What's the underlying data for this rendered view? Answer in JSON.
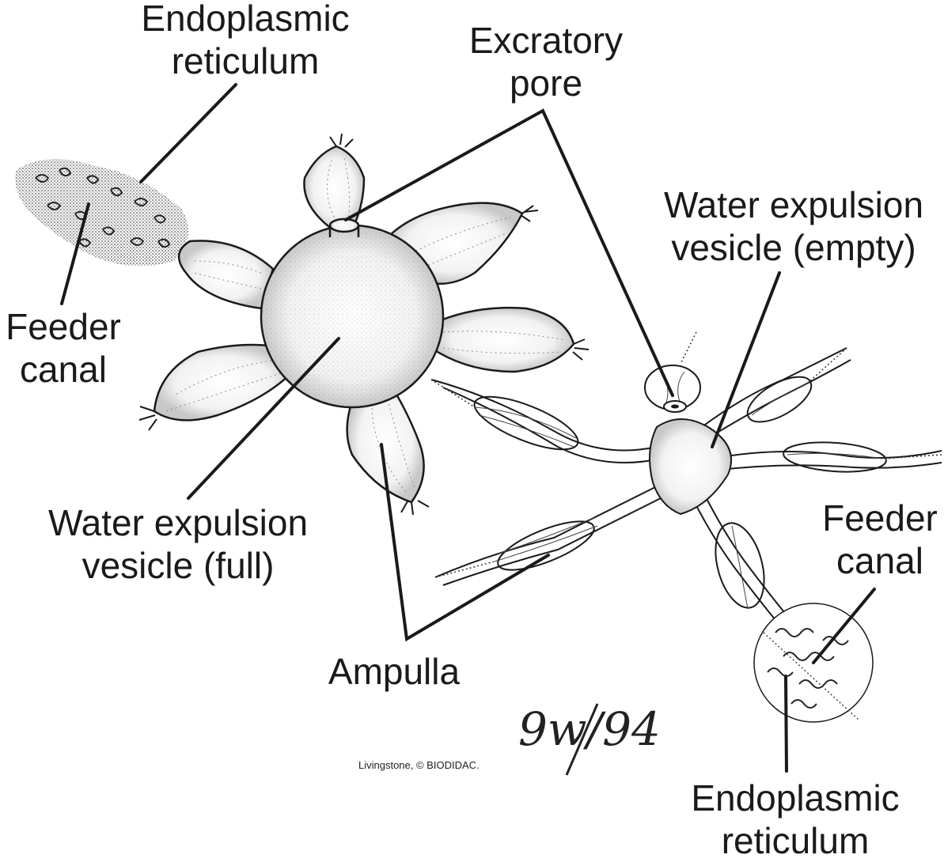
{
  "labels": {
    "er_top": {
      "line1": "Endoplasmic",
      "line2": "reticulum"
    },
    "excretory_pore": {
      "line1": "Excratory",
      "line2": "pore"
    },
    "vesicle_empty": {
      "line1": "Water expulsion",
      "line2": "vesicle (empty)"
    },
    "feeder_left": {
      "line1": "Feeder",
      "line2": "canal"
    },
    "feeder_right": {
      "line1": "Feeder",
      "line2": "canal"
    },
    "vesicle_full": {
      "line1": "Water expulsion",
      "line2": "vesicle (full)"
    },
    "ampulla": "Ampulla",
    "er_bottom": {
      "line1": "Endoplasmic",
      "line2": "reticulum"
    }
  },
  "credit": "Livingstone, © BIODIDAC.",
  "signature": "9w/94",
  "colors": {
    "ink": "#1a1a1a",
    "background": "#ffffff",
    "stipple": "#555555"
  }
}
